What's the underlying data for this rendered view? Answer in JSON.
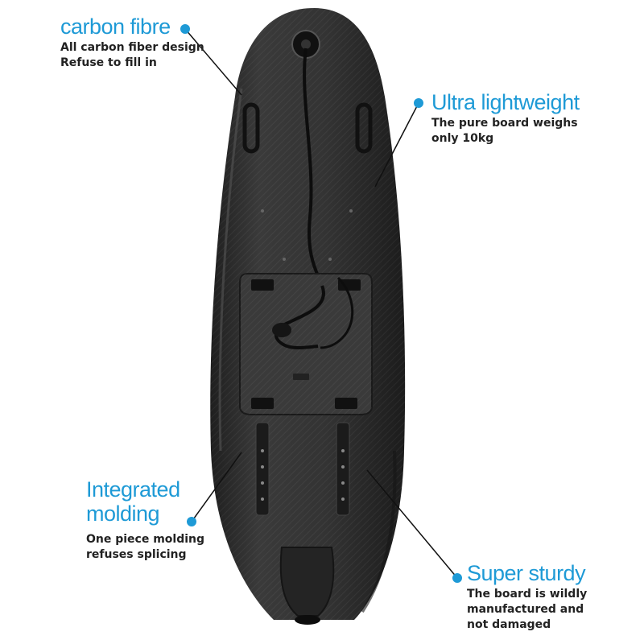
{
  "callouts": {
    "carbon_fibre": {
      "title": "carbon fibre",
      "lines": [
        "All carbon fiber design",
        "Refuse to fill in"
      ]
    },
    "ultra_lightweight": {
      "title": "Ultra lightweight",
      "lines": [
        "The pure board weighs",
        "only 10kg"
      ]
    },
    "integrated_molding": {
      "title_lines": [
        "Integrated",
        "molding"
      ],
      "lines": [
        "One piece molding",
        "refuses splicing"
      ]
    },
    "super_sturdy": {
      "title": "Super sturdy",
      "lines": [
        "The board is wildly",
        "manufactured and",
        "not damaged"
      ]
    }
  },
  "colors": {
    "accent": "#1e9ad6",
    "board": "#2b2b2b",
    "text": "#222222"
  }
}
